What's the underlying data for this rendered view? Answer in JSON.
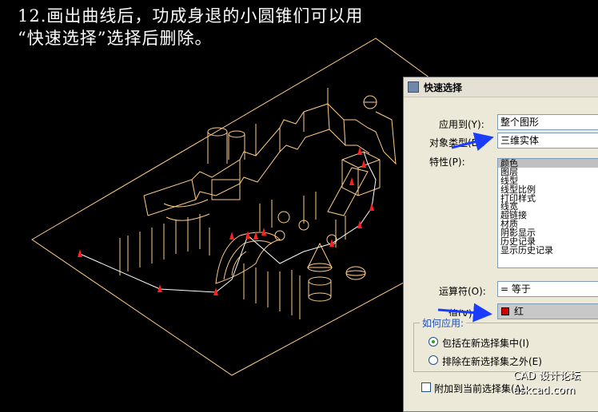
{
  "caption": {
    "line1": "12.画出曲线后，功成身退的小圆锥们可以用",
    "line2": "“快速选择”选择后删除。"
  },
  "dialog": {
    "title": "快速选择",
    "apply_to_label": "应用到(Y):",
    "apply_to_value": "整个图形",
    "object_type_label": "对象类型(B):",
    "object_type_value": "三维实体",
    "properties_label": "特性(P):",
    "properties": [
      "颜色",
      "图层",
      "线型",
      "线型比例",
      "打印样式",
      "线宽",
      "超链接",
      "材质",
      "阴影显示",
      "历史记录",
      "显示历史记录"
    ],
    "selected_property": "颜色",
    "operator_label": "运算符(O):",
    "operator_value": "= 等于",
    "value_label": "值(V):",
    "value_value": "红",
    "value_swatch_color": "#d00000",
    "how_to_apply_label": "如何应用:",
    "include_label": "包括在新选择集中(I)",
    "exclude_label": "排除在新选择集之外(E)",
    "append_label": "附加到当前选择集(A)"
  },
  "watermark": {
    "line1": "CAD 设计论坛",
    "line2": "askcad.com"
  },
  "colors": {
    "model_lines": "#ffcc88",
    "markers": "#ff2020",
    "arrows": "#1a3cff",
    "selection_path": "#ffffff"
  }
}
